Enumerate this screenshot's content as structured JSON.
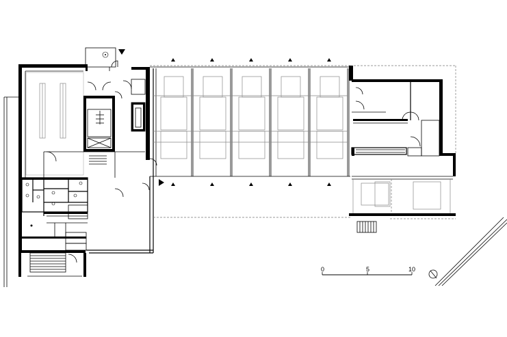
{
  "scale_bar": {
    "labels": [
      "0",
      "5",
      "10"
    ]
  },
  "icons": {
    "north_arrow": "north-arrow-icon",
    "entrance_marker": "entrance-triangle-icon"
  }
}
